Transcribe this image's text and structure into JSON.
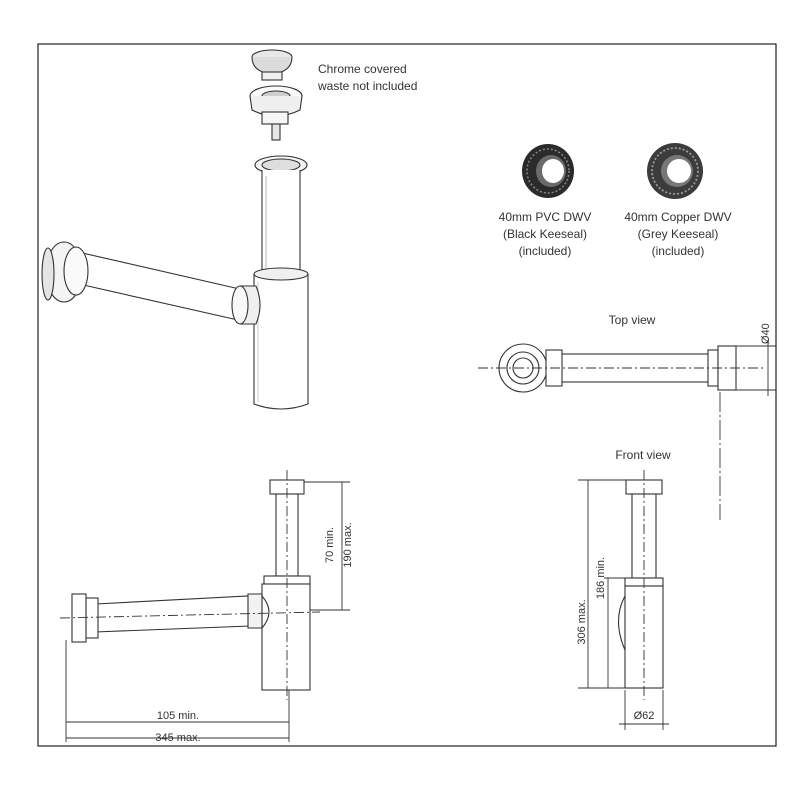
{
  "labels": {
    "waste_note_1": "Chrome covered",
    "waste_note_2": "waste not included",
    "pvc_1": "40mm PVC DWV",
    "pvc_2": "(Black Keeseal)",
    "pvc_3": "(included)",
    "copper_1": "40mm Copper DWV",
    "copper_2": "(Grey Keeseal)",
    "copper_3": "(included)",
    "top_view": "Top view",
    "front_view": "Front view"
  },
  "dimensions": {
    "diameter_outlet": "Ø40",
    "rise_min": "70 min.",
    "rise_max": "190 max.",
    "reach_min": "105 min.",
    "reach_max": "345 max.",
    "height_max": "306 max.",
    "height_min": "186 min.",
    "diameter_body": "Ø62"
  },
  "colors": {
    "line": "#333333",
    "frame": "#222222",
    "seal_black": "#2b2b2b",
    "seal_grey": "#5a5a5a"
  }
}
